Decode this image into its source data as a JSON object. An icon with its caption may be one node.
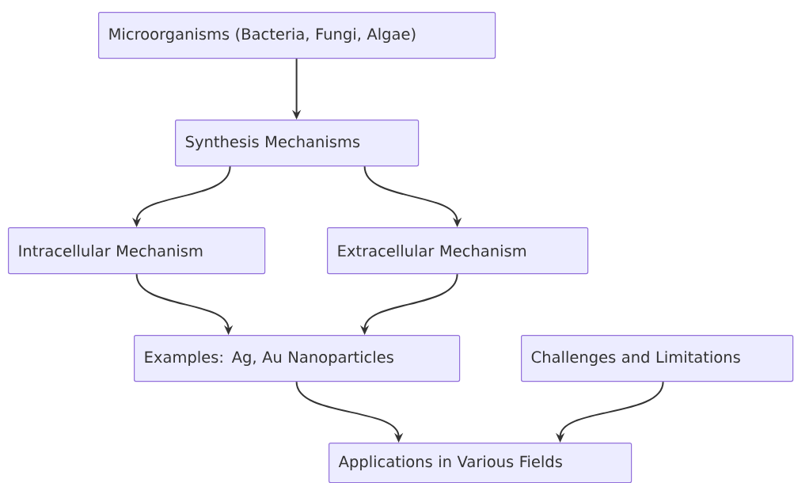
{
  "diagram": {
    "nodes": [
      {
        "text": [
          "Microorganisms (Bacteria, Fungi, Algae)"
        ]
      },
      {
        "text": [
          "Synthesis Mechanisms"
        ]
      },
      {
        "text": [
          "Intracellular Mechanism"
        ]
      },
      {
        "text": [
          "Extracellular Mechanism"
        ]
      },
      {
        "text": [
          "Examples: Ag, Au Nanoparticles"
        ]
      },
      {
        "text": [
          "Challenges and Limitations"
        ]
      },
      {
        "text": [
          "Applications in Various Fields"
        ]
      }
    ],
    "edges": [
      {
        "from": 0,
        "to": 1,
        "arrow": "to"
      },
      {
        "from": 1,
        "to": 2,
        "arrow": "to"
      },
      {
        "from": 1,
        "to": 3,
        "arrow": "to"
      },
      {
        "from": 2,
        "to": 4,
        "arrow": "to"
      },
      {
        "from": 3,
        "to": 4,
        "arrow": "to"
      },
      {
        "from": 4,
        "to": 6,
        "arrow": "to"
      },
      {
        "from": 5,
        "to": 6,
        "arrow": "to"
      }
    ]
  }
}
